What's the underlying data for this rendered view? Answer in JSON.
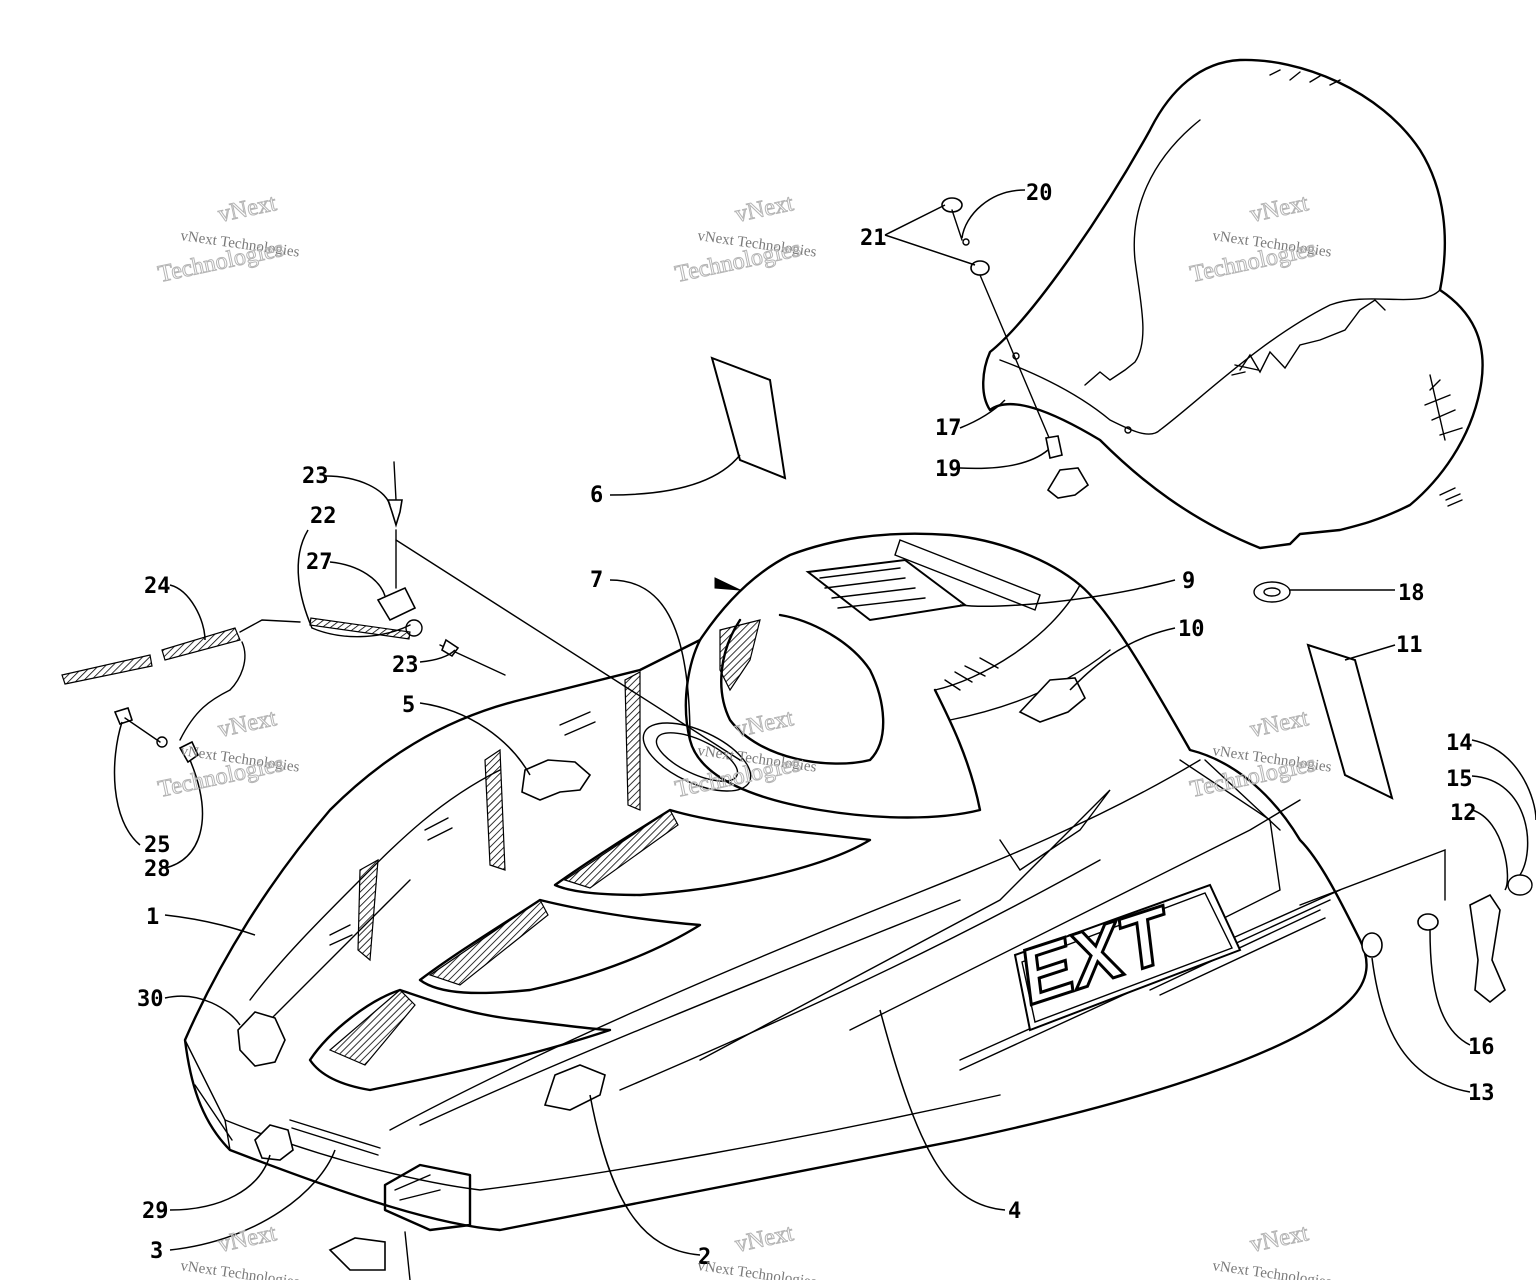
{
  "diagram": {
    "watermark": {
      "line1": "vNext",
      "line2": "vNext Technologies",
      "line3": "Technologies"
    },
    "callouts": [
      "1",
      "2",
      "3",
      "4",
      "5",
      "6",
      "7",
      "9",
      "10",
      "11",
      "12",
      "13",
      "14",
      "15",
      "16",
      "17",
      "18",
      "19",
      "20",
      "21",
      "22",
      "23",
      "23",
      "24",
      "25",
      "27",
      "28",
      "29",
      "30"
    ],
    "labels": {
      "n1": "1",
      "n2": "2",
      "n3": "3",
      "n4": "4",
      "n5": "5",
      "n6": "6",
      "n7": "7",
      "n9": "9",
      "n10": "10",
      "n11": "11",
      "n12": "12",
      "n13": "13",
      "n14": "14",
      "n15": "15",
      "n16": "16",
      "n17": "17",
      "n18": "18",
      "n19": "19",
      "n20": "20",
      "n21": "21",
      "n22": "22",
      "n23a": "23",
      "n23b": "23",
      "n24": "24",
      "n25": "25",
      "n27": "27",
      "n28": "28",
      "n29": "29",
      "n30": "30"
    },
    "decal_text": "EXT"
  }
}
